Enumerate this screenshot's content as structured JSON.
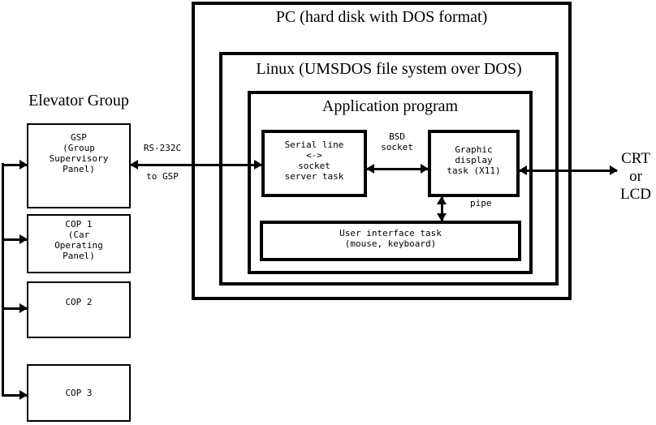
{
  "elevator_group": {
    "title": "Elevator Group",
    "gsp_label": "GSP\n(Group\nSupervisory\nPanel)",
    "cop1_label": "COP 1\n(Car\nOperating\nPanel)",
    "cop2_label": "COP 2",
    "cop3_label": "COP 3"
  },
  "pc": {
    "title": "PC (hard disk with DOS format)"
  },
  "linux": {
    "title": "Linux (UMSDOS file system over DOS)"
  },
  "application": {
    "title": "Application program",
    "serial_task_label": "Serial line\n<->\nsocket\nserver task",
    "graphic_task_label": "Graphic\ndisplay\ntask (X11)",
    "ui_task_label": "User interface task\n(mouse, keyboard)"
  },
  "connections": {
    "rs232c_label": "RS-232C",
    "to_gsp_label": "to GSP",
    "bsd_socket_label": "BSD\nsocket",
    "pipe_label": "pipe",
    "display_label": "CRT\nor\nLCD"
  },
  "colors": {
    "ink": "#000000",
    "background": "#ffffff"
  }
}
